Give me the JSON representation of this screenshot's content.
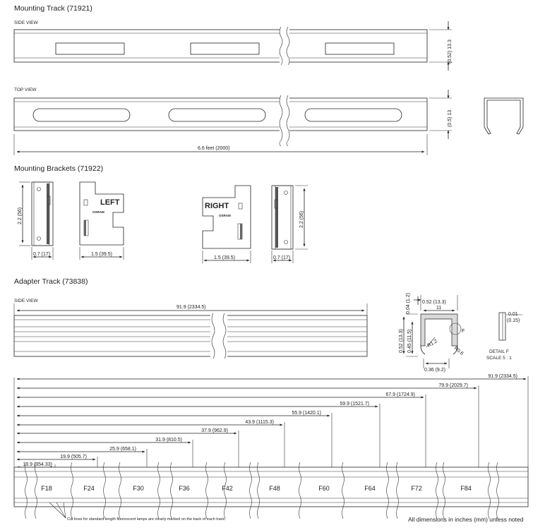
{
  "sections": {
    "mounting_track": {
      "title": "Mounting Track (71921)",
      "side_view_label": "SIDE VIEW",
      "top_view_label": "TOP VIEW",
      "side_height": "(0.52) 13.3",
      "top_height": "(0.5) 13",
      "length": "6.6 feet (2000)"
    },
    "mounting_brackets": {
      "title": "Mounting Brackets (71922)",
      "left_height": "2.2 (56)",
      "left_depth": "0.7 (17)",
      "left_width": "1.5 (39.5)",
      "left_label": "LEFT",
      "right_label": "RIGHT",
      "brand": "OSRAM",
      "right_width": "1.5 (39.5)",
      "right_depth": "0.7 (17)",
      "right_height": "2.2 (56)"
    },
    "adapter_track": {
      "title": "Adapter Track (73838)",
      "side_view_label": "SIDE VIEW",
      "length": "91.9 (2334.5)",
      "profile": {
        "dim_top": "0.52 (13.3)",
        "dim_gap": "0.04 (1.2)",
        "dim_inner": "11",
        "dim_h1": "0.52 (13.3)",
        "dim_h2": "0.45 (11.5)",
        "radius": "R1.2",
        "radius2": "R0.6",
        "detail_marker": "F",
        "dim_bottom": "0.36 (9.2)"
      },
      "detail": {
        "dim_a": "0.01",
        "dim_b": "(0.15)",
        "label": "DETAIL F",
        "scale": "SCALE 5 : 1"
      }
    },
    "cut_lines": {
      "dimensions": [
        "91.9 (2334.5)",
        "79.9 (2029.7)",
        "67.9 (1724.9)",
        "59.9 (1521.7)",
        "55.9 (1420.1)",
        "43.9 (1115.3)",
        "37.9 (962.9)",
        "31.9 (810.5)",
        "25.9 (658.1)",
        "19.9 (505.7)",
        "13.9 (354.33)"
      ],
      "lamps": [
        "F18",
        "F24",
        "F30",
        "F36",
        "F42",
        "F48",
        "F60",
        "F64",
        "F72",
        "F84"
      ],
      "note": "Cut lines for standard length fluorescent lamps are clearly marked on the back of each track."
    },
    "footer_note": "All dimensions in inches (mm) unless noted"
  }
}
